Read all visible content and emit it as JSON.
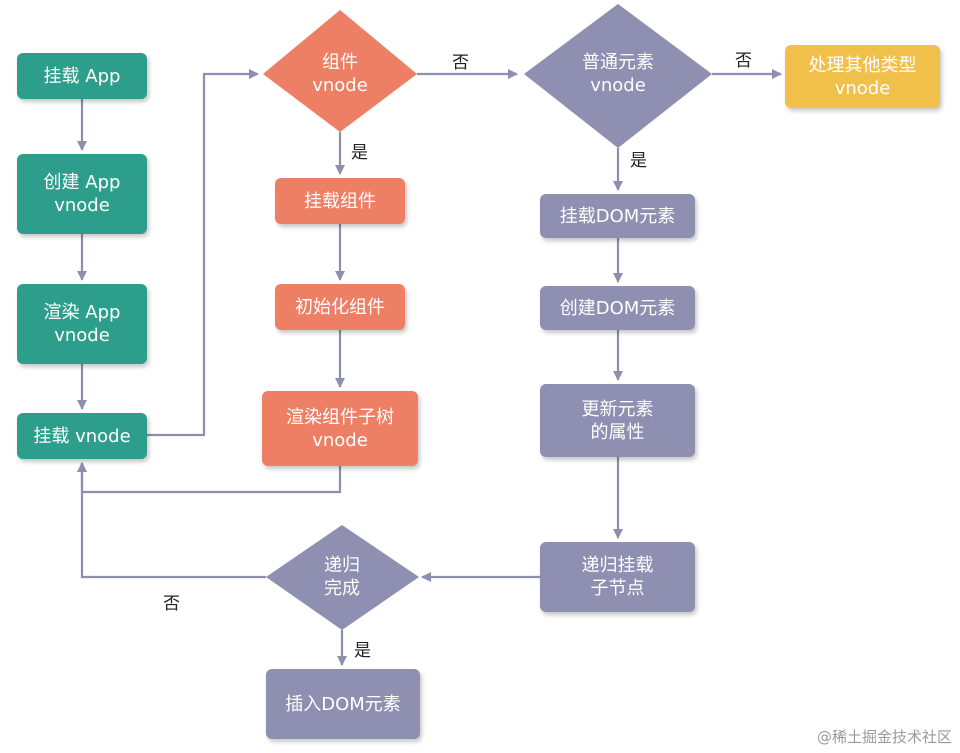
{
  "colors": {
    "teal": "#2e9e8c",
    "orange": "#ec7f64",
    "slate": "#8e8fb1",
    "gold": "#f1c04b",
    "edge": "#8c8fae"
  },
  "nodes": {
    "mount_app": "挂载 App",
    "create_app_vnode": "创建 App\nvnode",
    "render_app_vnode": "渲染 App\nvnode",
    "mount_vnode": "挂载 vnode",
    "component_vnode": "组件\nvnode",
    "mount_component": "挂载组件",
    "init_component": "初始化组件",
    "render_subtree": "渲染组件子树\nvnode",
    "element_vnode": "普通元素\nvnode",
    "other_vnode": "处理其他类型\nvnode",
    "mount_dom": "挂载DOM元素",
    "create_dom": "创建DOM元素",
    "update_props": "更新元素\n的属性",
    "mount_children": "递归挂载\n子节点",
    "recursion_done": "递归\n完成",
    "insert_dom": "插入DOM元素"
  },
  "edge_labels": {
    "component_no": "否",
    "component_yes": "是",
    "element_no": "否",
    "element_yes": "是",
    "done_no": "否",
    "done_yes": "是"
  },
  "watermark": "@稀土掘金技术社区"
}
